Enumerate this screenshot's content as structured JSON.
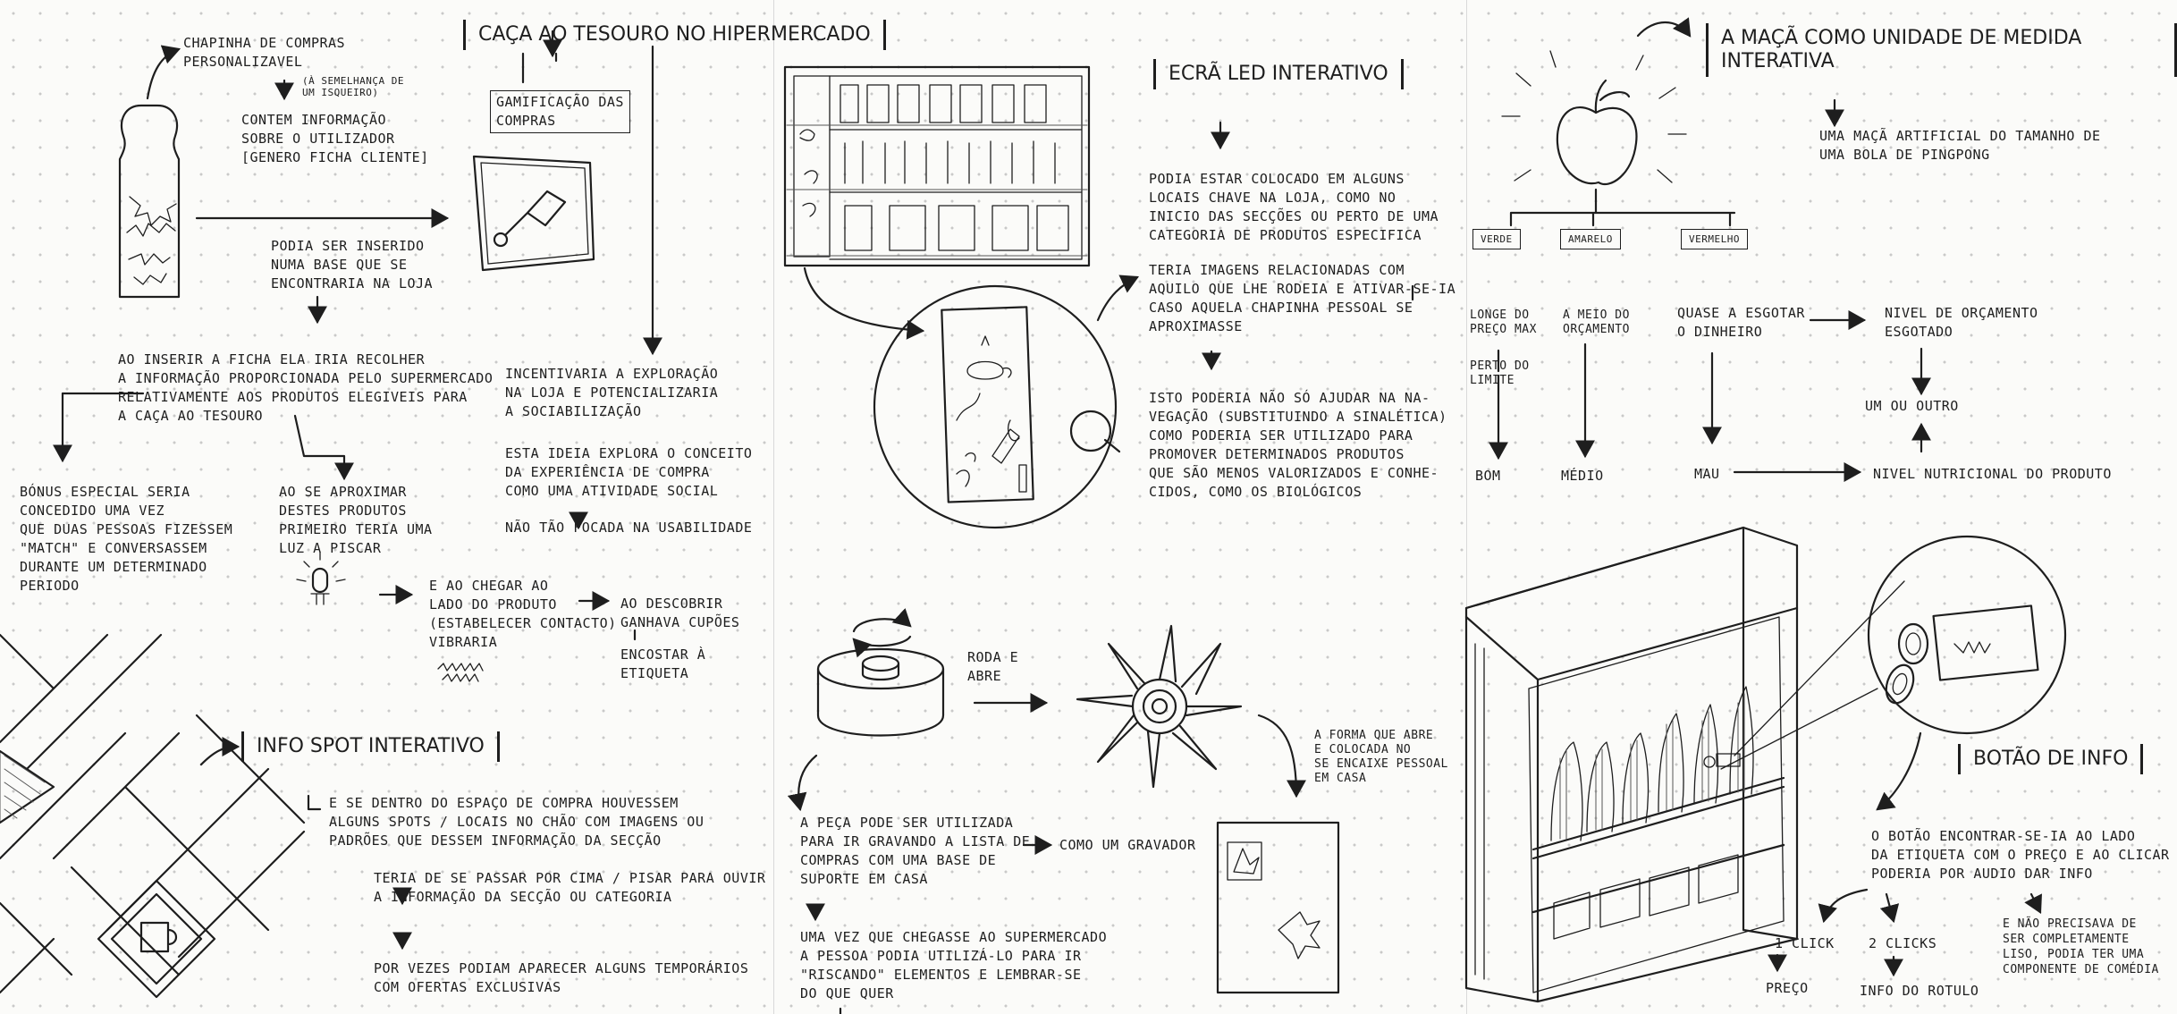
{
  "panel1": {
    "chapinha_title": "CHAPINHA DE COMPRAS\nPERSONALIZAVEL",
    "semelhanca_note": "(À SEMELHANÇA DE\nUM ISQUEIRO)",
    "contem_info": "CONTEM INFORMAÇÃO\nSOBRE O UTILIZADOR\n[GENERO FICHA CLIENTE]",
    "caca_heading": "CAÇA AO TESOURO\nNO HIPERMERCADO",
    "gamificacao": "GAMIFICAÇÃO DAS\nCOMPRAS",
    "podia_inserido": "PODIA SER INSERIDO\nNUMA BASE QUE SE\nENCONTRARIA NA LOJA",
    "ao_inserir": "AO INSERIR A FICHA ELA IRIA RECOLHER\nA INFORMAÇÃO PROPORCIONADA PELO SUPERMERCADO\nRELATIVAMENTE AOS PRODUTOS ELEGIVEIS PARA\nA CAÇA AO TESOURO",
    "incentivaria": "INCENTIVARIA A EXPLORAÇÃO\nNA LOJA E POTENCIALIZARIA\nA SOCIABILIZAÇÃO",
    "esta_ideia": "ESTA IDEIA EXPLORA O CONCEITO\nDA EXPERIÊNCIA DE COMPRA\nCOMO UMA ATIVIDADE SOCIAL",
    "nao_focada": "NÃO TÃO FOCADA NA USABILIDADE",
    "bonus": "BÓNUS ESPECIAL SERIA\nCONCEDIDO UMA VEZ\nQUE DUAS PESSOAS FIZESSEM\n\"MATCH\" E CONVERSASSEM\nDURANTE UM DETERMINADO\nPERIODO",
    "ao_se_aproximar": "AO SE APROXIMAR\nDESTES PRODUTOS\nPRIMEIRO TERIA UMA\nLUZ A PISCAR",
    "e_ao_chegar": "E AO CHEGAR AO\nLADO DO PRODUTO\n(ESTABELECER CONTACTO)\nVIBRARIA",
    "ao_descobrir": "AO DESCOBRIR\nGANHAVA CUPÕES",
    "encostar": "ENCOSTAR À\nETIQUETA",
    "info_spot_heading": "INFO SPOT INTERATIVO",
    "info_spot_desc": "E SE DENTRO DO ESPAÇO DE COMPRA HOUVESSEM\nALGUNS SPOTS / LOCAIS NO CHÃO COM IMAGENS OU\nPADRÕES QUE DESSEM INFORMAÇÃO DA SECÇÃO",
    "teria_de_passar": "TERIA DE SE PASSAR POR CIMA / PISAR PARA OUVIR\nA INFORMAÇÃO DA SECÇÃO OU CATEGORIA",
    "por_vezes": "POR VEZES PODIAM APARECER ALGUNS TEMPORÁRIOS\nCOM OFERTAS EXCLUSIVAS"
  },
  "panel2": {
    "ecra_heading": "ECRÃ LED INTERATIVO",
    "podia_estar": "PODIA ESTAR COLOCADO EM ALGUNS\nLOCAIS CHAVE NA LOJA, COMO NO\nINICIO DAS SECÇÕES OU PERTO DE UMA\nCATEGORIA DE PRODUTOS ESPECIFICA",
    "teria_imagens": "TERIA IMAGENS RELACIONADAS COM\nAQUILO QUE LHE RODEIA E ATIVAR-SE-IA\nCASO AQUELA CHAPINHA PESSOAL SE\nAPROXIMASSE",
    "isto_poderia": "ISTO PODERIA NÃO SÓ AJUDAR NA NA-\nVEGAÇÃO (SUBSTITUINDO A SINALÉTICA)\nCOMO PODERIA SER UTILIZADO PARA\nPROMOVER DETERMINADOS PRODUTOS\nQUE SÃO MENOS VALORIZADOS E CONHE-\nCIDOS, COMO OS BIOLÓGICOS",
    "roda_e_abre": "RODA E\nABRE",
    "a_forma": "A FORMA QUE ABRE\nE COLOCADA NO\nSE ENCAIXE PESSOAL\nEM CASA",
    "a_peca": "A PEÇA PODE SER UTILIZADA\nPARA IR GRAVANDO A LISTA DE\nCOMPRAS COM UMA BASE DE\nSUPORTE EM CASA",
    "como_gravador": "COMO UM GRAVADOR",
    "uma_vez": "UMA VEZ QUE CHEGASSE AO SUPERMERCADO\nA PESSOA PODIA UTILIZÁ-LO PARA IR\n\"RISCANDO\" ELEMENTOS E LEMBRAR-SE\nDO QUE QUER"
  },
  "panel3": {
    "maca_heading": "A MAÇÃ COMO UNIDADE\nDE MEDIDA INTERATIVA",
    "maca_desc": "UMA MAÇÃ ARTIFICIAL DO TAMANHO DE\nUMA BOLA DE PINGPONG",
    "verde": "VERDE",
    "amarelo": "AMARELO",
    "vermelho": "VERMELHO",
    "longe": "LONGE DO\nPREÇO MAX",
    "perto": "PERTO DO\nLIMITE",
    "a_meio": "A MEIO DO\nORÇAMENTO",
    "quase": "QUASE A ESGOTAR\nO DINHEIRO",
    "nivel_orcamento": "NIVEL DE ORÇAMENTO\nESGOTADO",
    "um_ou_outro": "UM OU OUTRO",
    "bom": "BOM",
    "medio": "MÉDIO",
    "mau": "MAU",
    "nivel_nutricional": "NIVEL NUTRICIONAL DO PRODUTO",
    "botao_heading": "BOTÃO DE INFO",
    "botao_desc": "O BOTÃO ENCONTRAR-SE-IA AO LADO\nDA ETIQUETA COM O PREÇO E AO CLICAR\nPODERIA POR AUDIO DAR INFO",
    "um_click": "1 CLICK",
    "dois_clicks": "2 CLICKS",
    "preco": "PREÇO",
    "info_rotulo": "INFO DO ROTULO",
    "e_nao": "E NÃO PRECISAVA DE\nSER COMPLETAMENTE\nLISO, PODIA TER UMA\nCOMPONENTE DE COMÉDIA"
  }
}
